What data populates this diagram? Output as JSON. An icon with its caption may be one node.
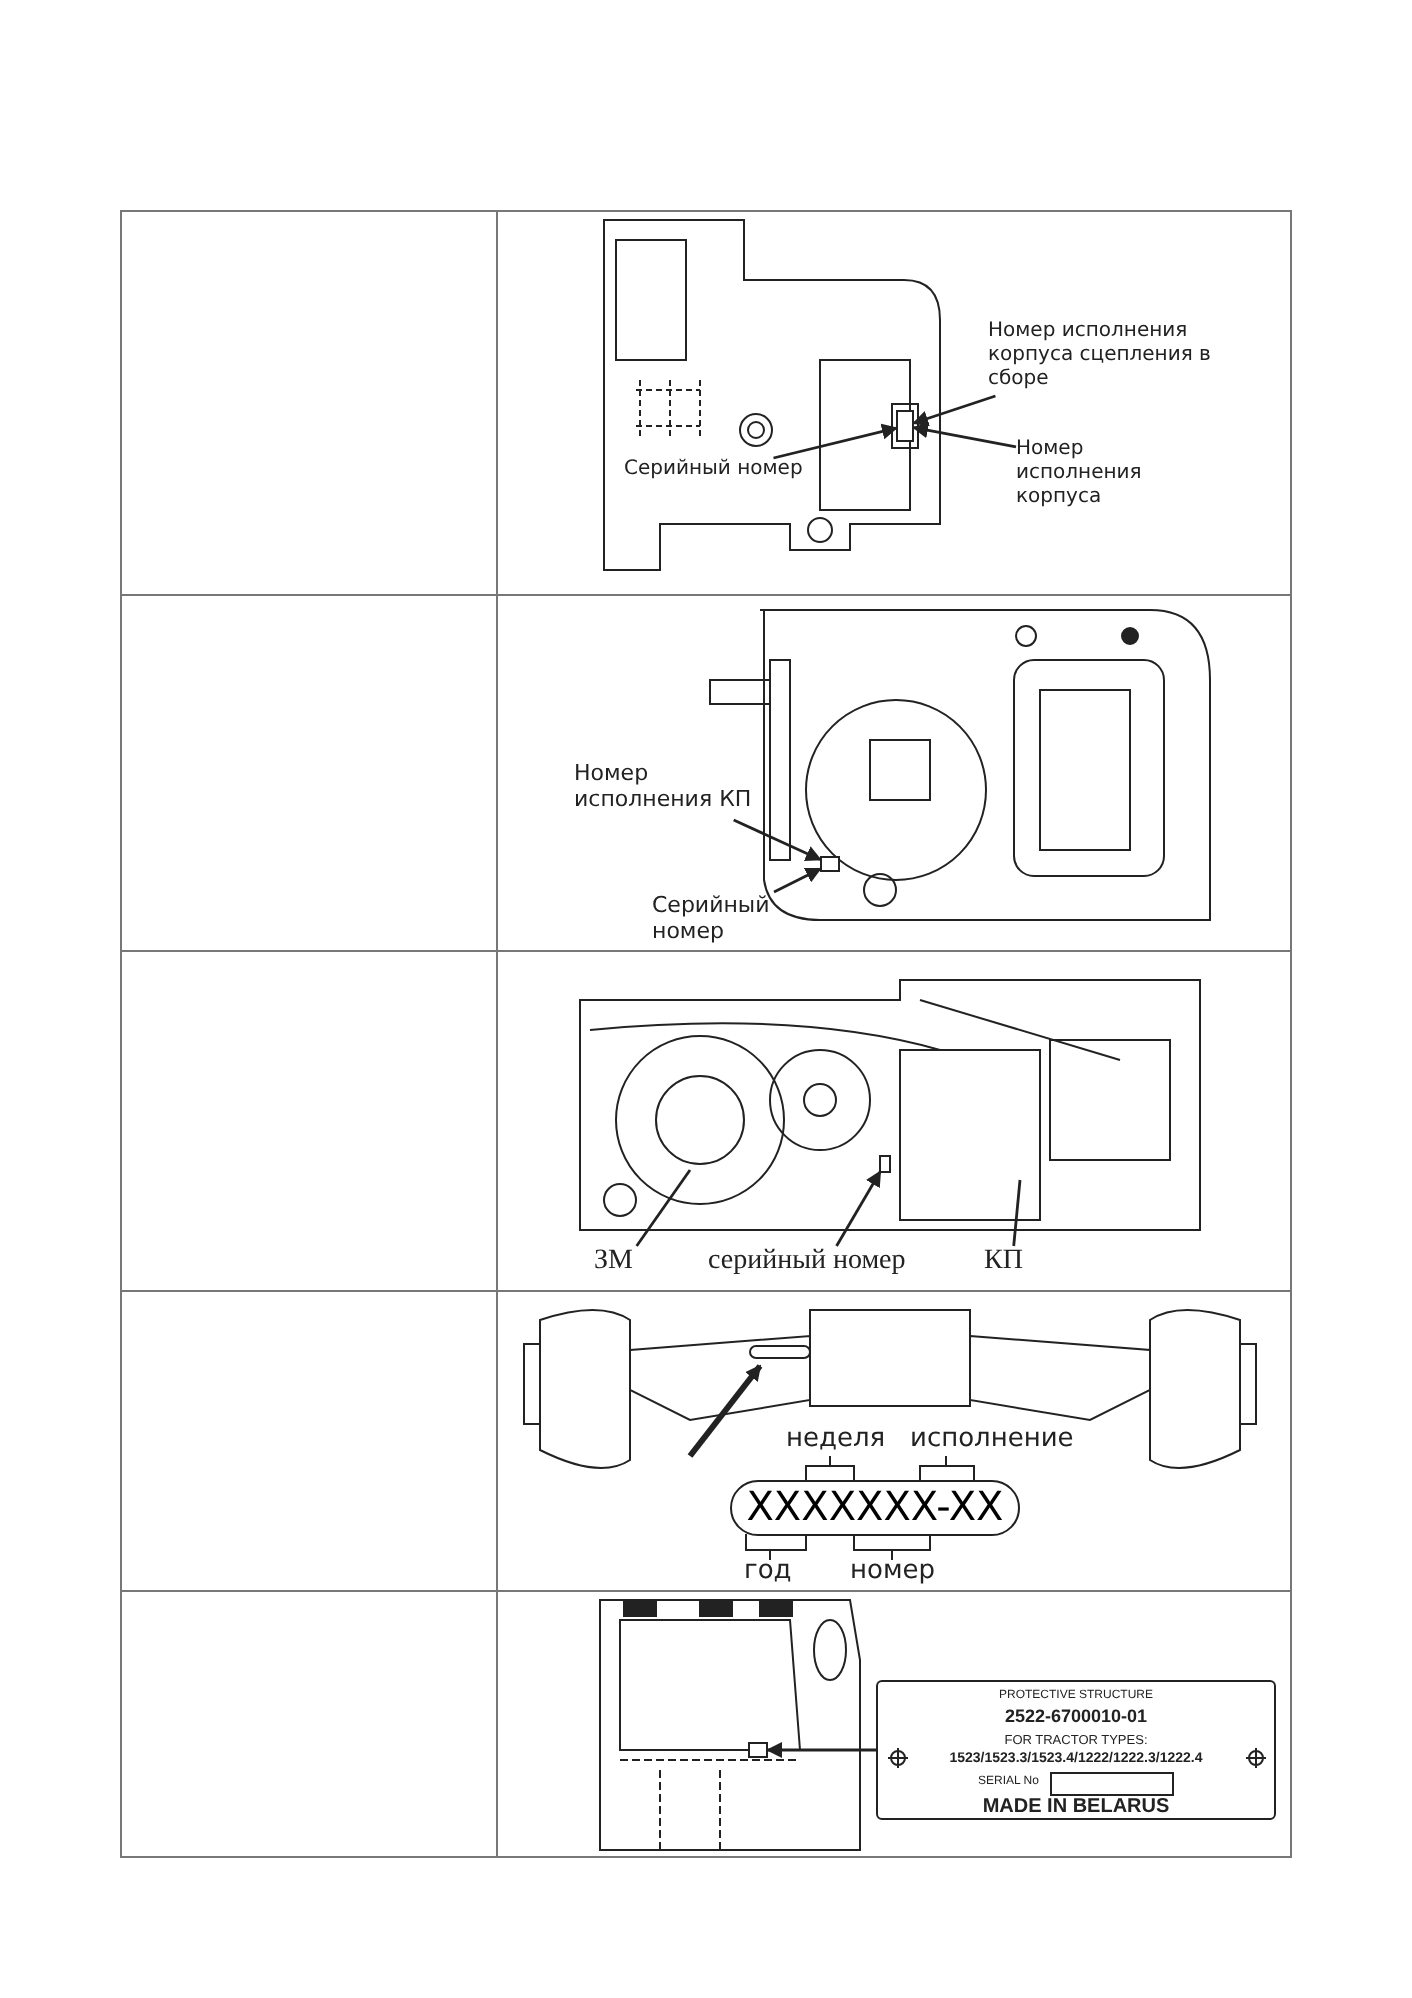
{
  "diagram": {
    "nodes": [
      {
        "text": [
          "Номер исполнения корпуса сцепления в сборе"
        ]
      },
      {
        "text": [
          "Номер исполнения корпуса"
        ]
      },
      {
        "text": [
          "Серийный номер"
        ]
      },
      {
        "text": [
          "Номер исполнения КП"
        ]
      },
      {
        "text": [
          "Серийный номер"
        ]
      },
      {
        "text": [
          "ЗМ"
        ]
      },
      {
        "text": [
          "серийный номер"
        ]
      },
      {
        "text": [
          "КП"
        ]
      },
      {
        "text": [
          "XXXXXXX-XX"
        ],
        "beside": [
          "неделя",
          "исполнение",
          "год",
          "номер"
        ]
      },
      {
        "text": [
          "PROTECTIVE STRUCTURE",
          "2522-6700010-01",
          "FOR TRACTOR TYPES:",
          "1523/1523.3/1523.4/1222/1222.3/1222.4",
          "SERIAL No",
          "MADE IN BELARUS"
        ]
      },
      {
        "text": [],
        "shape": "box"
      },
      {
        "text": [],
        "shape": "box"
      },
      {
        "text": [],
        "shape": "box"
      }
    ],
    "edges": [
      {
        "from": 0,
        "to": 10,
        "arrow": "to"
      },
      {
        "from": 1,
        "to": 10,
        "arrow": "to"
      },
      {
        "from": 2,
        "to": 10,
        "arrow": "to"
      },
      {
        "from": 3,
        "to": 11,
        "arrow": "to"
      },
      {
        "from": 4,
        "to": 11,
        "arrow": "to"
      },
      {
        "from": 5,
        "to": null,
        "arrow": "none"
      },
      {
        "from": 6,
        "to": null,
        "arrow": "to"
      },
      {
        "from": 7,
        "to": null,
        "arrow": "none"
      },
      {
        "from": 9,
        "to": 12,
        "arrow": "to"
      }
    ]
  }
}
